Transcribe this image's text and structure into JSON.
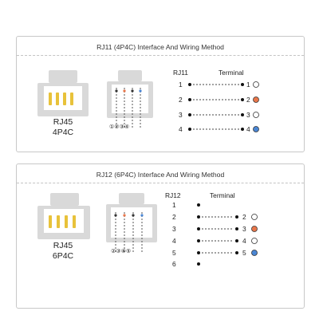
{
  "rj11": {
    "title": "RJ11 (4P4C) Interface And Wiring Method",
    "connector_label_1": "RJ45",
    "connector_label_2": "4P4C",
    "pin_labels": [
      "①",
      "②",
      "③",
      "④"
    ],
    "left_header": "RJ11",
    "right_header": "Terminal",
    "left_numbers": [
      "1",
      "2",
      "3",
      "4"
    ],
    "right_numbers": [
      "1",
      "2",
      "3",
      "4"
    ],
    "terminal_colors": [
      "#ffffff",
      "#e8764a",
      "#ffffff",
      "#4a86d4"
    ]
  },
  "rj12": {
    "title": "RJ12 (6P4C) Interface And Wiring Method",
    "connector_label_1": "RJ45",
    "connector_label_2": "6P4C",
    "pin_labels": [
      "②",
      "③",
      "④",
      "⑤"
    ],
    "left_header": "RJ12",
    "right_header": "Terminal",
    "left_numbers": [
      "1",
      "2",
      "3",
      "4",
      "5",
      "6"
    ],
    "right_numbers": [
      "2",
      "3",
      "4",
      "5"
    ],
    "terminal_colors": [
      "#ffffff",
      "#e8764a",
      "#ffffff",
      "#4a86d4"
    ]
  },
  "colors": {
    "plug_body": "#d9d9d9",
    "gold_pin": "#e8c23a",
    "wire_dash": "#444444",
    "orange": "#e8764a",
    "blue": "#4a86d4"
  }
}
